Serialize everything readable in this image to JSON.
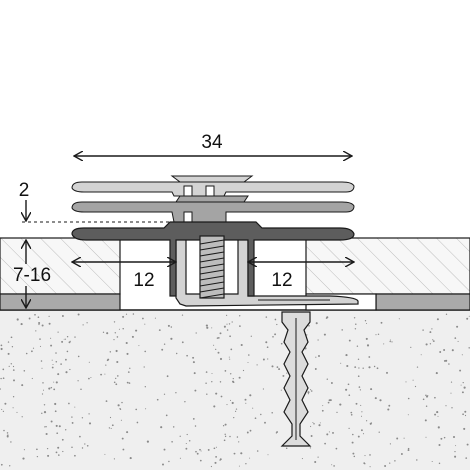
{
  "dimensions": {
    "total_width": "34",
    "height_step": "2",
    "height_range": "7-16",
    "left_span": "12",
    "right_span": "12"
  },
  "colors": {
    "profile_light": "#d3d3d3",
    "profile_mid": "#a4a4a4",
    "profile_dark": "#5d5d5d",
    "screw_body": "#bdbdbd",
    "dowel": "#dcdcdc",
    "subfloor": "#efefef",
    "board_face": "#f7f7f7",
    "underlay": "#aaaaaa",
    "line": "#1a1a1a"
  },
  "icons": {
    "anchor": "wall-plug-dowel-icon",
    "screw": "threaded-screw-icon"
  }
}
